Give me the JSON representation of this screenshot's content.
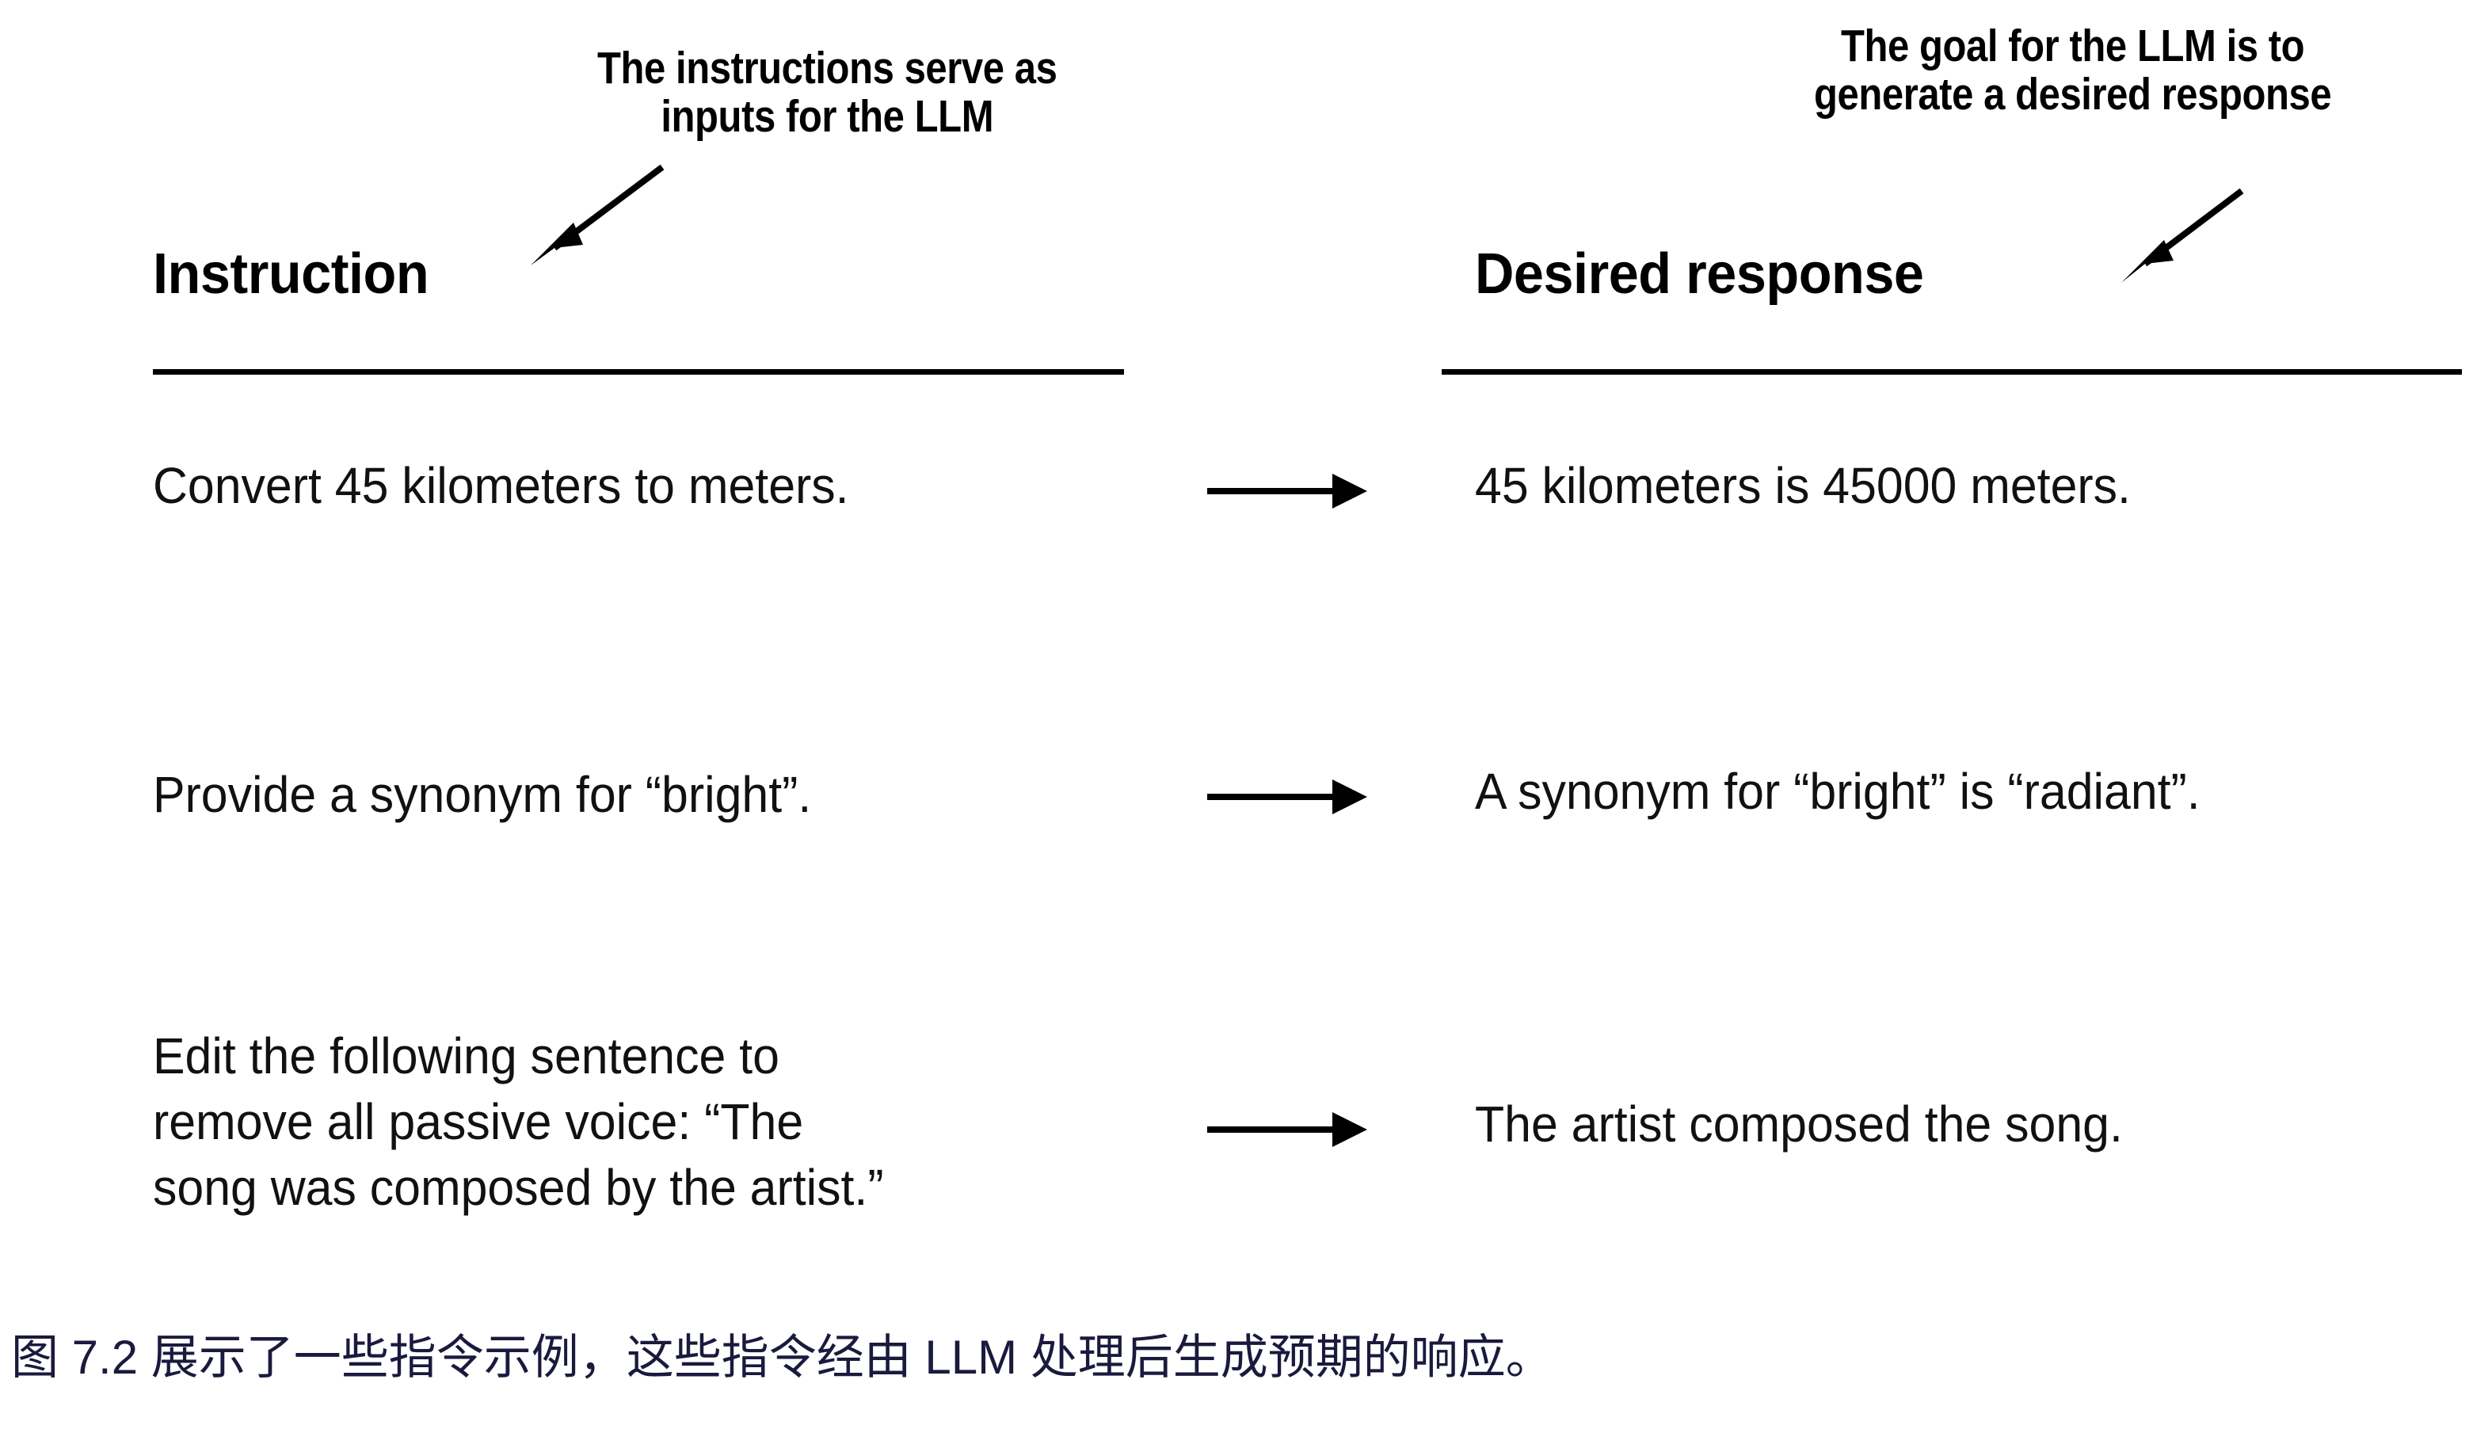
{
  "figure": {
    "background_color": "#ffffff",
    "ink_color": "#000000",
    "caption_color": "#1a1a3e"
  },
  "callouts": {
    "instruction": {
      "line1": "The instructions serve as",
      "line2": "inputs for the LLM",
      "arrow_icon": "arrow-down-left-icon"
    },
    "desired_response": {
      "line1": "The goal for the LLM is to",
      "line2": "generate a desired response",
      "arrow_icon": "arrow-down-left-icon"
    }
  },
  "columns": {
    "left_header": "Instruction",
    "right_header": "Desired response"
  },
  "rows": [
    {
      "instruction": "Convert 45 kilometers to meters.",
      "response": "45 kilometers is 45000 meters.",
      "connector_icon": "arrow-right-icon"
    },
    {
      "instruction": "Provide a synonym for “bright”.",
      "response": "A synonym for “bright” is “radiant”.",
      "connector_icon": "arrow-right-icon"
    },
    {
      "instruction": "Edit the following sentence to\nremove all passive voice: “The\nsong was composed by the artist.”",
      "response": "The artist composed the song.",
      "connector_icon": "arrow-right-icon"
    }
  ],
  "caption": {
    "text": "图 7.2 展示了一些指令示例，这些指令经由 LLM 处理后生成预期的响应。"
  }
}
